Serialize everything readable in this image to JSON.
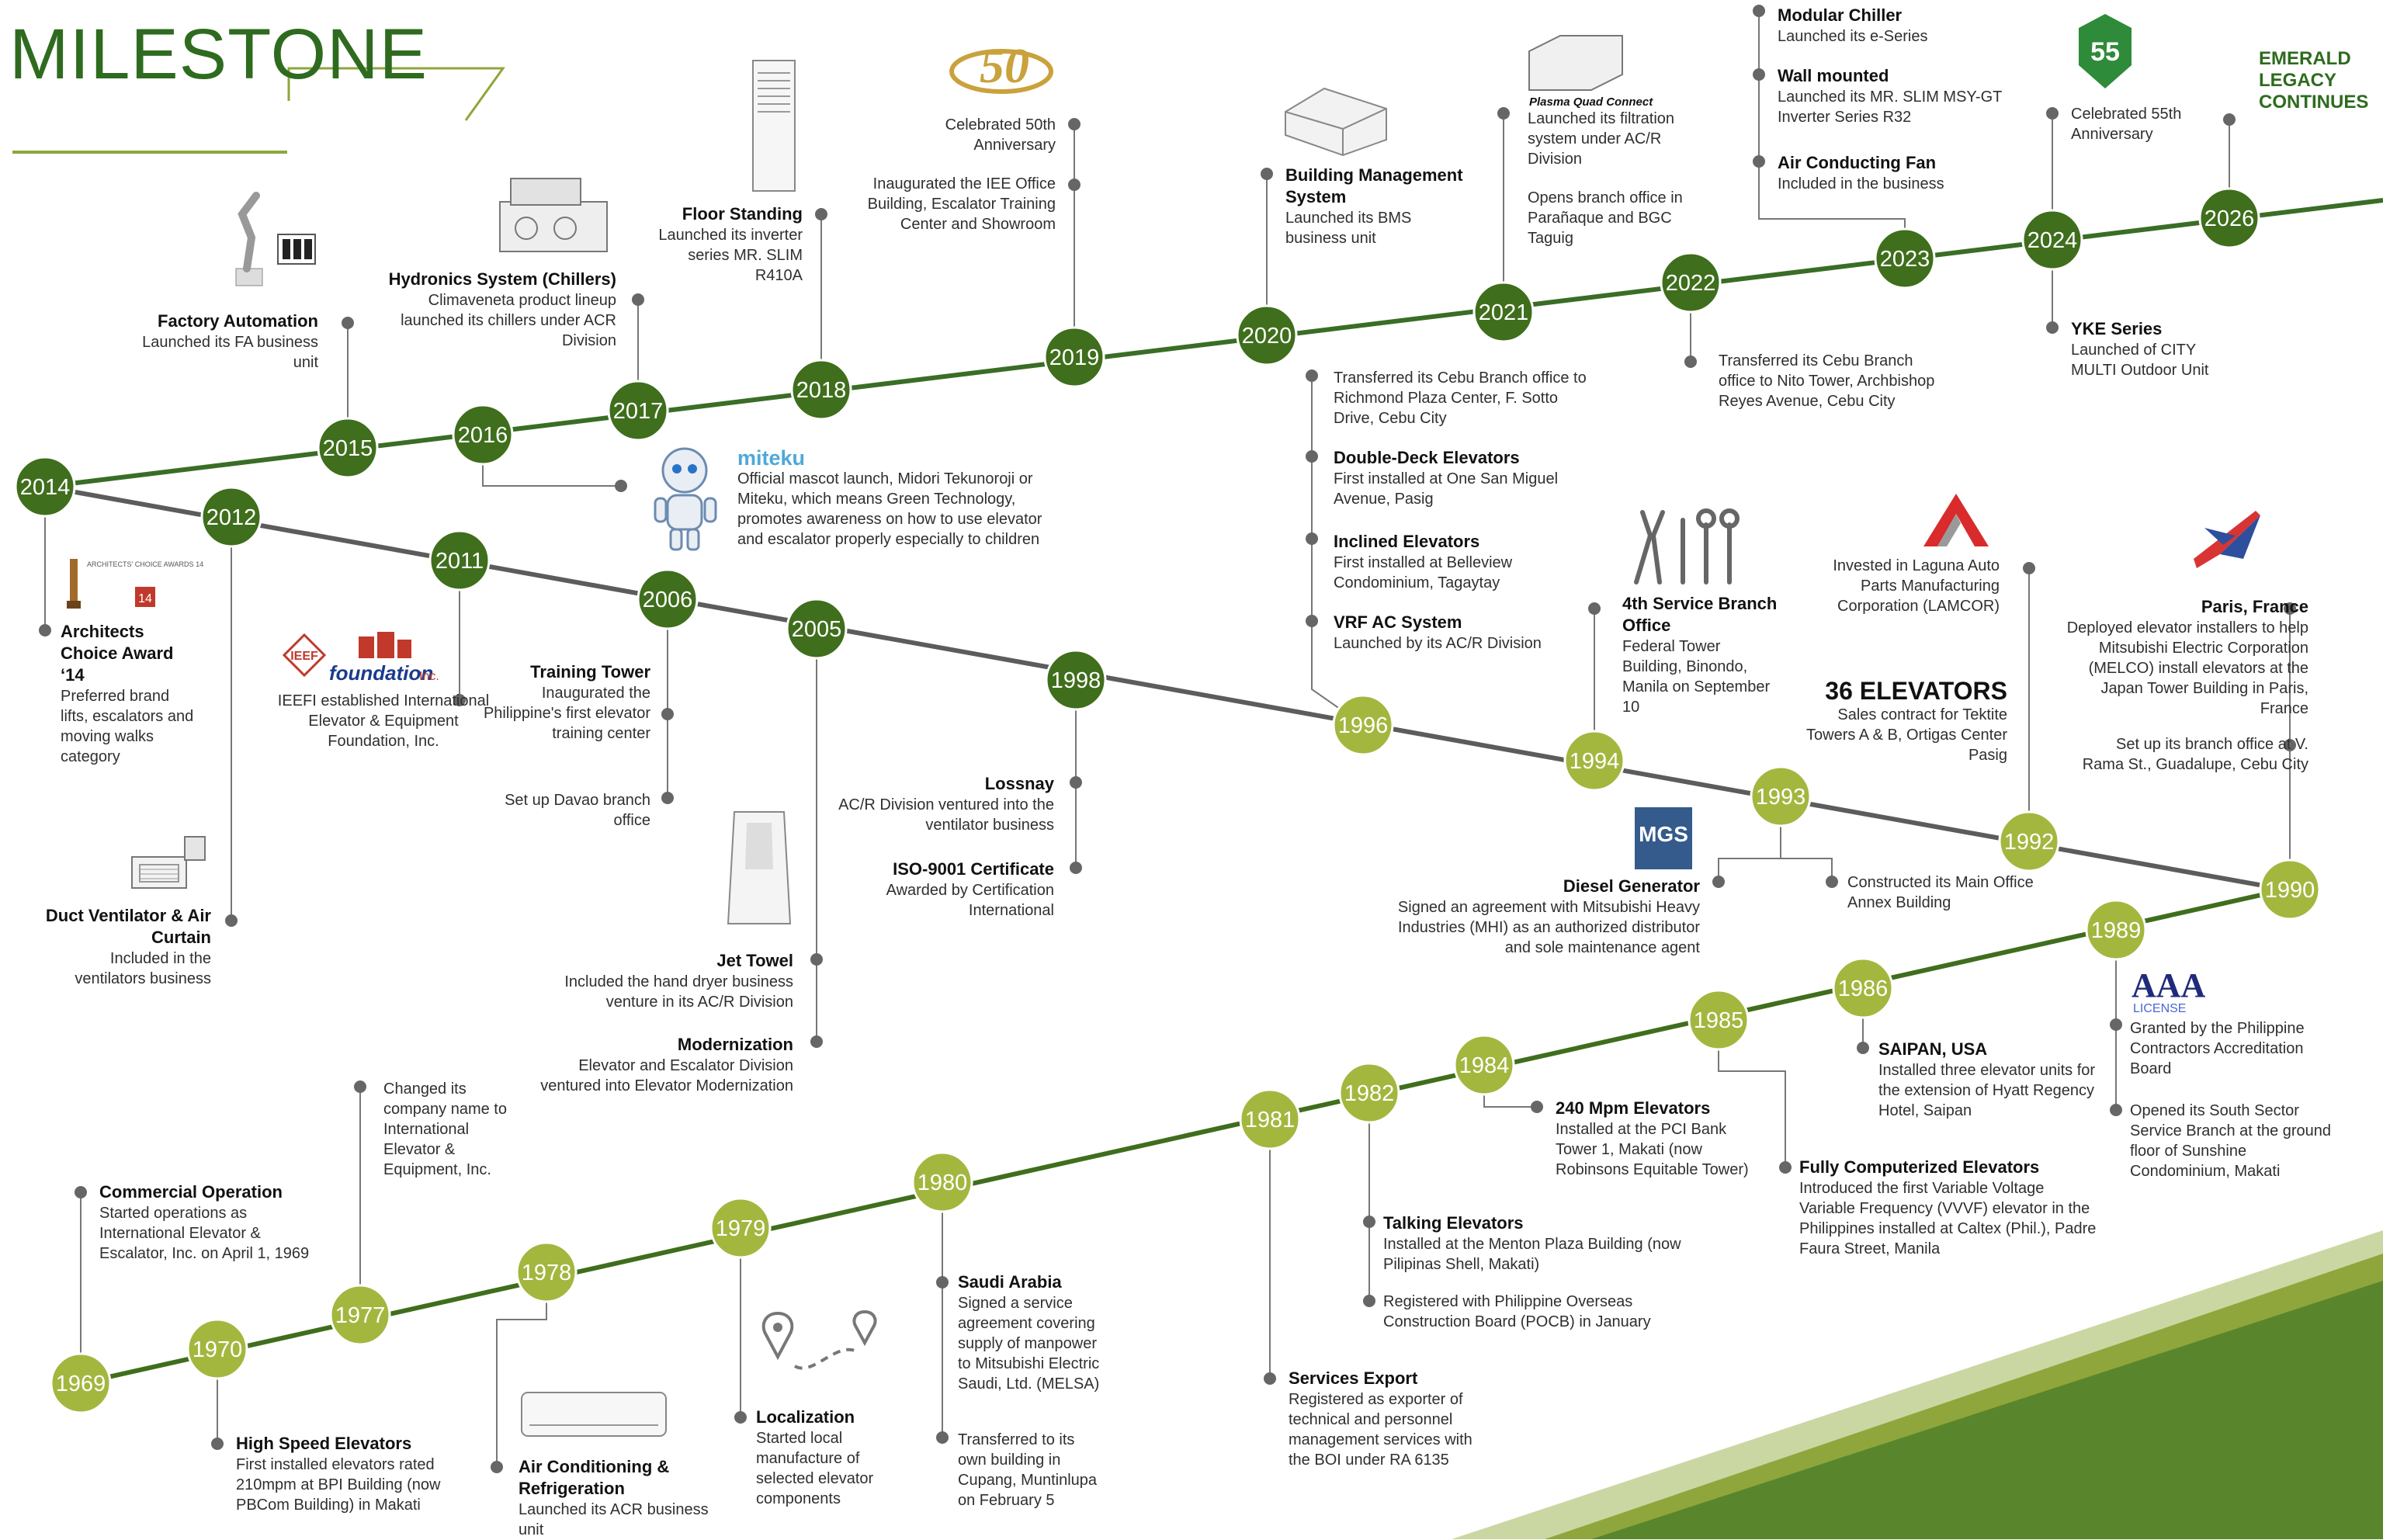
{
  "title": "MILESTONE",
  "legacy": [
    "EMERALD",
    "LEGACY",
    "CONTINUES"
  ],
  "colors": {
    "dark_green": "#3f6e1c",
    "light_green": "#a3b73f",
    "line_dark": "#3a6d26",
    "line_grey": "#5c5c5c",
    "title_green": "#2e6b1f"
  },
  "years": [
    "1969",
    "1970",
    "1977",
    "1978",
    "1979",
    "1980",
    "1981",
    "1982",
    "1984",
    "1985",
    "1986",
    "1989",
    "1990",
    "1992",
    "1993",
    "1994",
    "1996",
    "1998",
    "2005",
    "2006",
    "2011",
    "2012",
    "2014",
    "2015",
    "2016",
    "2017",
    "2018",
    "2019",
    "2020",
    "2021",
    "2022",
    "2023",
    "2024",
    "2026"
  ],
  "events": {
    "e1969": {
      "t": "Commercial Operation",
      "d": "Started operations as International Elevator & Escalator, Inc. on April 1, 1969"
    },
    "e1970": {
      "t": "High Speed Elevators",
      "d": "First installed elevators rated 210mpm at BPI Building (now PBCom Building) in Makati"
    },
    "e1977": {
      "t": "",
      "d": "Changed its company name to International Elevator & Equipment, Inc."
    },
    "e1978": {
      "t": "Air Conditioning & Refrigeration",
      "d": "Launched its ACR business unit"
    },
    "e1979": {
      "t": "Localization",
      "d": "Started local manufacture of selected elevator components"
    },
    "e1980a": {
      "t": "Saudi Arabia",
      "d": "Signed a service agreement covering supply of manpower to Mitsubishi Electric Saudi, Ltd. (MELSA)"
    },
    "e1980b": {
      "t": "",
      "d": "Transferred to its own building in Cupang, Muntinlupa on February 5"
    },
    "e1981": {
      "t": "Services Export",
      "d": "Registered as exporter of technical and personnel management services with the BOI under RA 6135"
    },
    "e1982a": {
      "t": "Talking Elevators",
      "d": "Installed at the Menton Plaza Building (now Pilipinas Shell, Makati)"
    },
    "e1982b": {
      "t": "",
      "d": "Registered with Philippine Overseas Construction Board (POCB) in January"
    },
    "e1984": {
      "t": "240 Mpm Elevators",
      "d": "Installed at the PCI Bank Tower 1, Makati (now Robinsons Equitable Tower)"
    },
    "e1985": {
      "t": "Fully Computerized Elevators",
      "d": "Introduced the first Variable Voltage Variable Frequency (VVVF) elevator in the Philippines installed at Caltex (Phil.), Padre Faura Street, Manila"
    },
    "e1986": {
      "t": "SAIPAN, USA",
      "d": "Installed three elevator units for the extension of Hyatt Regency Hotel, Saipan"
    },
    "e1989a": {
      "t": "",
      "d": "Granted by the Philippine Contractors Accreditation Board"
    },
    "e1989b": {
      "t": "",
      "d": "Opened its South Sector Service Branch at the ground floor of Sunshine Condominium, Makati"
    },
    "e1990a": {
      "t": "Paris, France",
      "d": "Deployed elevator installers to help Mitsubishi Electric Corporation (MELCO) install elevators at the Japan Tower Building in Paris, France"
    },
    "e1990b": {
      "t": "",
      "d": "Set up its branch office at V. Rama St., Guadalupe, Cebu City"
    },
    "e1992a": {
      "t": "",
      "d": "Invested in Laguna Auto Parts Manufacturing Corporation (LAMCOR)"
    },
    "e1992b": {
      "t": "36 ELEVATORS",
      "d": "Sales contract for Tektite Towers A & B, Ortigas Center Pasig"
    },
    "e1993a": {
      "t": "Diesel Generator",
      "d": "Signed an agreement with Mitsubishi Heavy Industries (MHI) as an authorized distributor and sole maintenance agent"
    },
    "e1993b": {
      "t": "",
      "d": "Constructed its Main Office Annex Building"
    },
    "e1994": {
      "t": "4th Service Branch Office",
      "d": "Federal Tower Building, Binondo, Manila on September 10"
    },
    "e1996a": {
      "t": "",
      "d": "Transferred its Cebu Branch office to Richmond Plaza Center, F. Sotto Drive, Cebu City"
    },
    "e1996b": {
      "t": "Double-Deck Elevators",
      "d": "First installed at One San Miguel Avenue, Pasig"
    },
    "e1996c": {
      "t": "Inclined Elevators",
      "d": "First installed at Belleview Condominium, Tagaytay"
    },
    "e1996d": {
      "t": "VRF AC System",
      "d": "Launched by its AC/R Division"
    },
    "e1998a": {
      "t": "Lossnay",
      "d": "AC/R Division ventured into the ventilator business"
    },
    "e1998b": {
      "t": "ISO-9001 Certificate",
      "d": "Awarded by Certification International"
    },
    "e2005a": {
      "t": "Jet Towel",
      "d": "Included the hand dryer business venture in its AC/R Division"
    },
    "e2005b": {
      "t": "Modernization",
      "d": "Elevator and Escalator Division ventured into Elevator Modernization"
    },
    "e2006a": {
      "t": "Training Tower",
      "d": "Inaugurated the Philippine's first elevator training center"
    },
    "e2006b": {
      "t": "",
      "d": "Set up Davao branch office"
    },
    "e2011": {
      "t": "",
      "d": "IEEFI established International Elevator & Equipment Foundation, Inc."
    },
    "e2012": {
      "t": "Duct Ventilator & Air Curtain",
      "d": "Included in the ventilators business"
    },
    "e2014": {
      "t": "Architects Choice Award ‘14",
      "d": "Preferred brand lifts, escalators and moving walks category"
    },
    "e2015": {
      "t": "Factory Automation",
      "d": "Launched its FA business unit"
    },
    "e2016": {
      "t": "miteku",
      "d": "Official mascot launch, Midori Tekunoroji or Miteku, which means Green Technology, promotes awareness on how to use elevator and escalator properly especially to children"
    },
    "e2017": {
      "t": "Hydronics System (Chillers)",
      "d": "Climaveneta product lineup launched its chillers under ACR Division"
    },
    "e2018": {
      "t": "Floor Standing",
      "d": "Launched its inverter series MR. SLIM R410A"
    },
    "e2019a": {
      "t": "",
      "d": "Celebrated 50th Anniversary"
    },
    "e2019b": {
      "t": "",
      "d": "Inaugurated the IEE Office Building, Escalator Training Center and Showroom"
    },
    "e2020": {
      "t": "Building Management System",
      "d": "Launched its BMS business unit"
    },
    "e2021a": {
      "t": "",
      "d": "Launched its filtration system under AC/R Division"
    },
    "e2021b": {
      "t": "",
      "d": "Opens branch office in Parañaque and BGC Taguig"
    },
    "e2022": {
      "t": "",
      "d": "Transferred its Cebu Branch office to Nito Tower, Archbishop Reyes Avenue, Cebu City"
    },
    "e2023a": {
      "t": "Modular Chiller",
      "d": "Launched its e-Series"
    },
    "e2023b": {
      "t": "Wall mounted",
      "d": "Launched its MR. SLIM MSY-GT Inverter Series R32"
    },
    "e2023c": {
      "t": "Air Conducting Fan",
      "d": "Included in the business"
    },
    "e2024a": {
      "t": "",
      "d": "Celebrated 55th Anniversary"
    },
    "e2024b": {
      "t": "YKE Series",
      "d": "Launched of CITY MULTI Outdoor Unit"
    }
  },
  "logos": {
    "award": "ARCHITECTS' CHOICE AWARDS 14",
    "foundation": "foundation",
    "foundation_inc": "Inc.",
    "ieef": "IEEF",
    "aaa": "AAA",
    "aaa_sub": "LICENSE",
    "mgs": "MGS",
    "anniv50": "50",
    "anniv55": "55",
    "plasma": "Plasma Quad Connect"
  },
  "icons": [
    "award-trophy-icon",
    "duct-ventilator-icon",
    "factory-robot-icon",
    "chiller-icon",
    "floor-standing-ac-icon",
    "bms-device-icon",
    "plasma-filter-icon",
    "robot-mascot-icon",
    "tools-icon",
    "airplane-icon",
    "lamcor-logo-icon",
    "hand-dryer-icon",
    "air-conditioner-icon",
    "map-pin-icon"
  ]
}
